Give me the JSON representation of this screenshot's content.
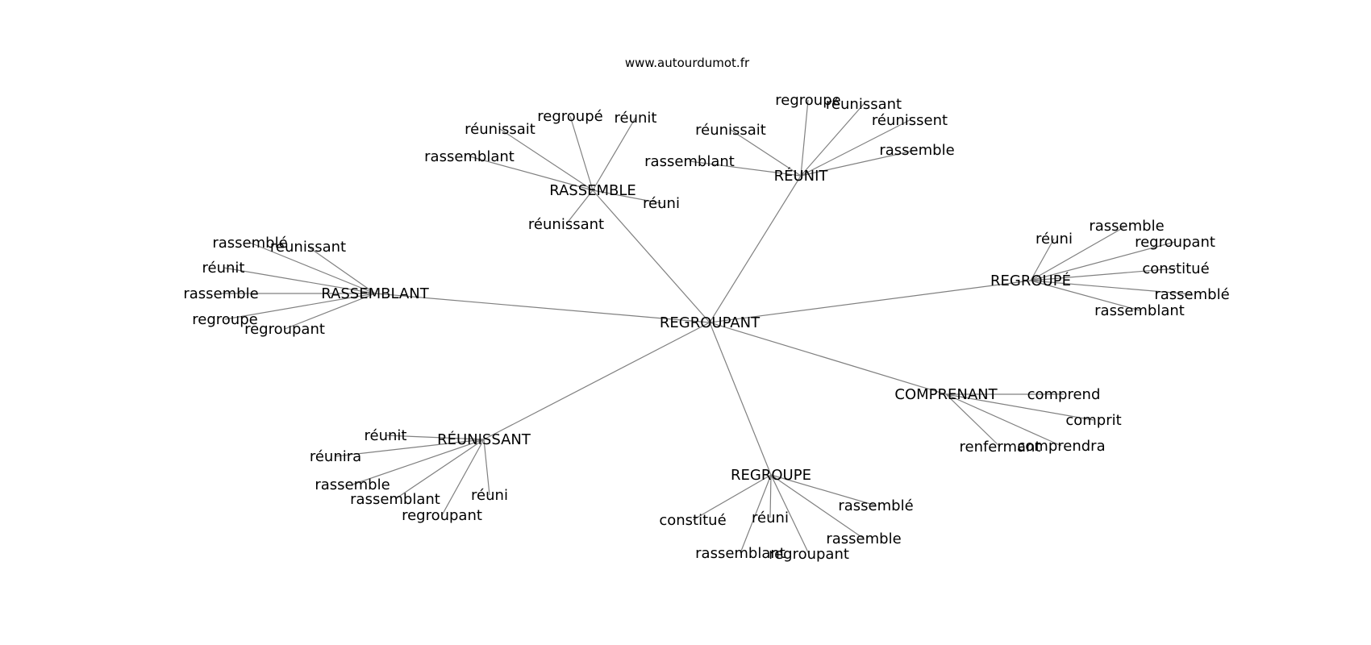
{
  "site": "www.autourdumot.fr",
  "graph": {
    "center": "REGROUPANT",
    "hubs": [
      {
        "label": "RASSEMBLE",
        "leaves": [
          "regroupé",
          "réunit",
          "réunissait",
          "rassemblant",
          "réunissant",
          "réuni"
        ]
      },
      {
        "label": "RÉUNIT",
        "leaves": [
          "regroupe",
          "réunissant",
          "réunissent",
          "réunissait",
          "rassemblant",
          "rassemble"
        ]
      },
      {
        "label": "RASSEMBLANT",
        "leaves": [
          "rassemblé",
          "réunissant",
          "réunit",
          "rassemble",
          "regroupe",
          "regroupant"
        ]
      },
      {
        "label": "REGROUPÉ",
        "leaves": [
          "réuni",
          "rassemble",
          "regroupant",
          "constitué",
          "rassemblé",
          "rassemblant"
        ]
      },
      {
        "label": "COMPRENANT",
        "leaves": [
          "comprend",
          "comprit",
          "comprendra",
          "renfermant"
        ]
      },
      {
        "label": "RÉUNISSANT",
        "leaves": [
          "réunit",
          "réunira",
          "rassemble",
          "rassemblant",
          "regroupant",
          "réuni"
        ]
      },
      {
        "label": "REGROUPE",
        "leaves": [
          "constitué",
          "réuni",
          "rassemblé",
          "rassemble",
          "rassemblant",
          "regroupant"
        ]
      }
    ]
  }
}
